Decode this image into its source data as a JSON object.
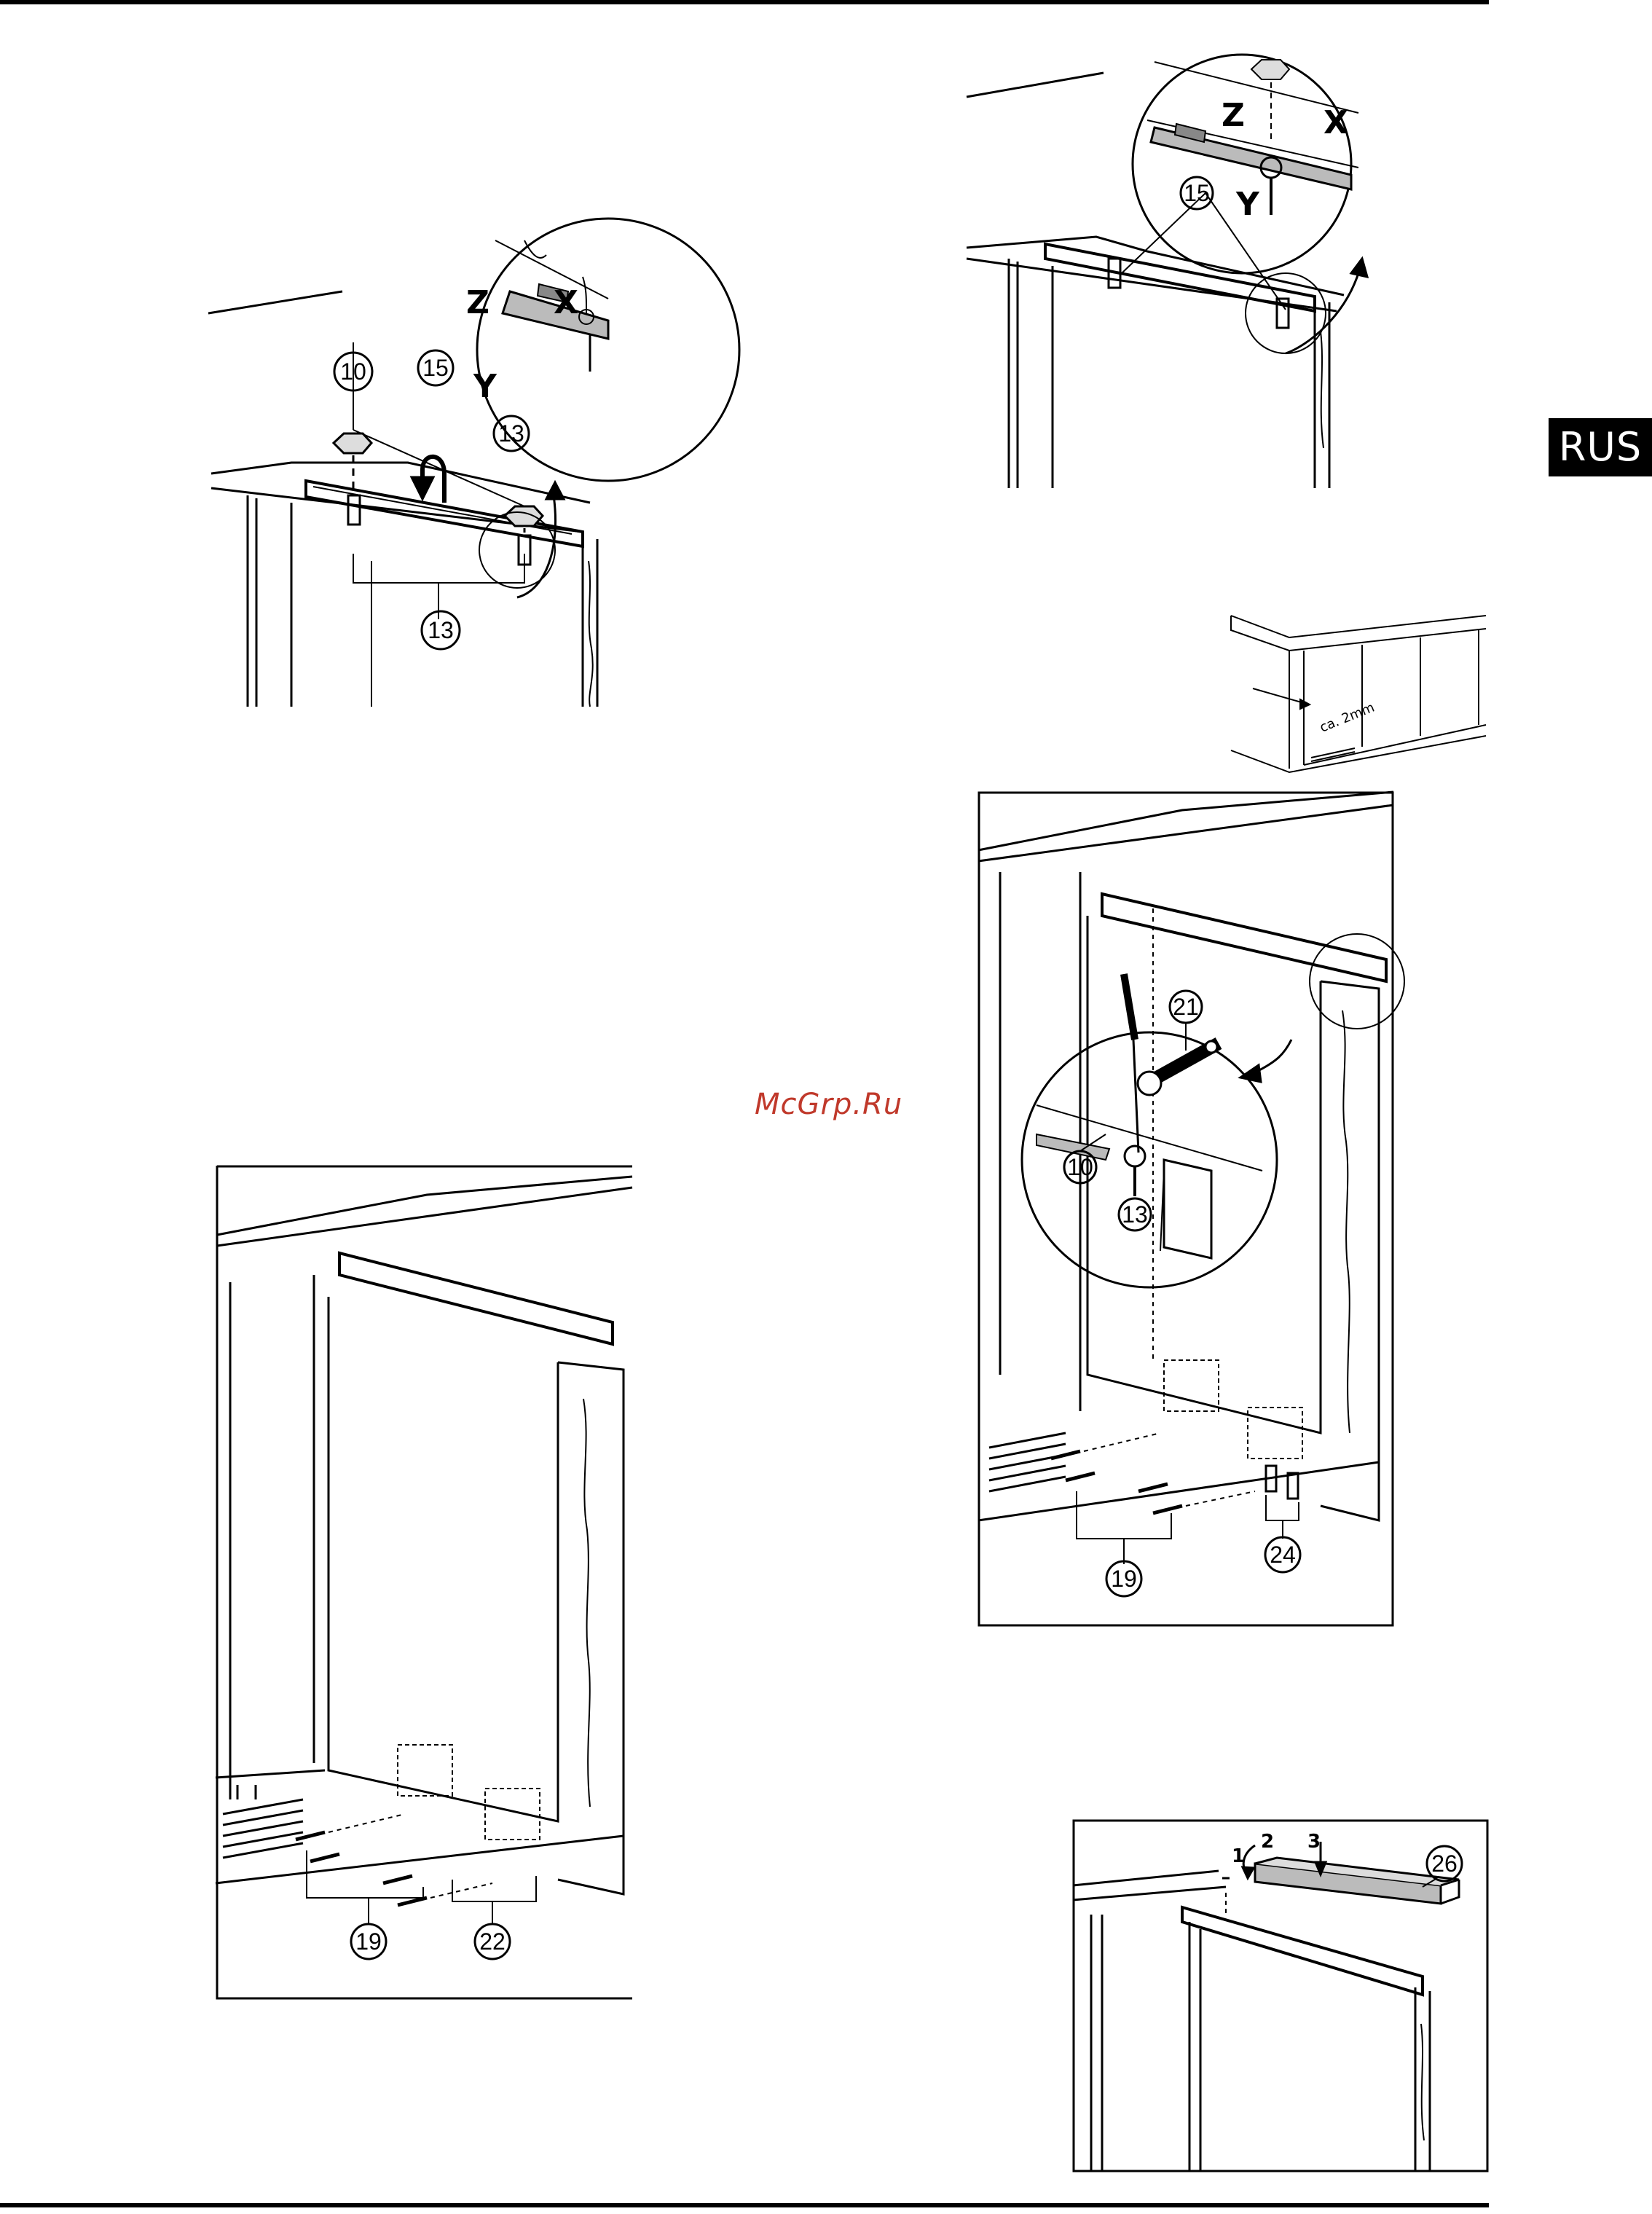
{
  "badge": {
    "language": "RUS"
  },
  "watermark": "McGrp.Ru",
  "fig_a": {
    "callouts": [
      "10",
      "15",
      "13",
      "13"
    ],
    "axes": [
      "Z",
      "X",
      "Y"
    ]
  },
  "fig_b": {
    "callouts": [
      "15"
    ],
    "axes": [
      "Z",
      "X",
      "Y"
    ]
  },
  "fig_c": {
    "gap_note": "ca. 2mm"
  },
  "fig_d": {
    "callouts": [
      "21",
      "10",
      "13",
      "19",
      "24"
    ]
  },
  "fig_e": {
    "callouts": [
      "19",
      "22"
    ]
  },
  "fig_f": {
    "steps": [
      "1",
      "2",
      "3"
    ],
    "callouts": [
      "26"
    ]
  }
}
